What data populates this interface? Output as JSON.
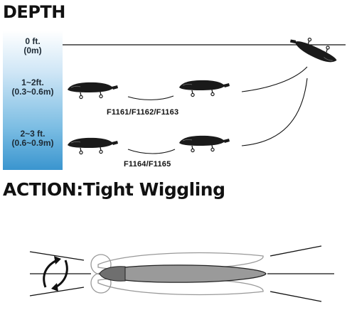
{
  "depth_section": {
    "title": "DEPTH",
    "levels": [
      {
        "ft": "0 ft.",
        "m": "(0m)"
      },
      {
        "ft": "1~2ft.",
        "m": "(0.3~0.6m)"
      },
      {
        "ft": "2~3 ft.",
        "m": "(0.6~0.9m)"
      }
    ],
    "groups": [
      {
        "models": "F1161/F1162/F1163"
      },
      {
        "models": "F1164/F1165"
      }
    ]
  },
  "action_section": {
    "title": "ACTION:Tight Wiggling"
  },
  "colors": {
    "depth_gradient_top": "#ffffff",
    "depth_gradient_bottom": "#3a95cf",
    "lure_body": "#1a1a1a",
    "lure_fill": "#9a9a9a"
  }
}
